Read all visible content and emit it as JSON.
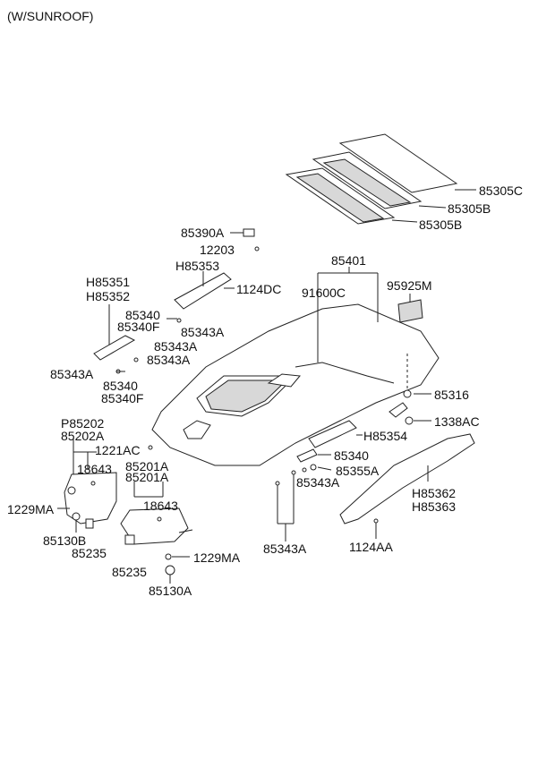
{
  "diagram": {
    "title": "(W/SUNROOF)",
    "labels": {
      "p85305C": "85305C",
      "p85305B_1": "85305B",
      "p85305B_2": "85305B",
      "p85390A": "85390A",
      "p12203": "12203",
      "pH85353": "H85353",
      "p85401": "85401",
      "pH85351": "H85351",
      "pH85352": "H85352",
      "p1124DC": "1124DC",
      "p91600C": "91600C",
      "p95925M": "95925M",
      "p85340_a": "85340",
      "p85340F_a": "85340F",
      "p85343A_a": "85343A",
      "p85343A_b": "85343A",
      "p85343A_c": "85343A",
      "p85343A_d": "85343A",
      "p85340_b": "85340",
      "p85340F_b": "85340F",
      "p85316": "85316",
      "p1338AC": "1338AC",
      "pP85202": "P85202",
      "p85202A": "85202A",
      "pH85354": "H85354",
      "p1221AC": "1221AC",
      "p85340_c": "85340",
      "p18643_a": "18643",
      "p85201A_1": "85201A",
      "p85201A_2": "85201A",
      "p85355A": "85355A",
      "p85343A_e": "85343A",
      "p1229MA_a": "1229MA",
      "p18643_b": "18643",
      "pH85362": "H85362",
      "pH85363": "H85363",
      "p85130B": "85130B",
      "p85235_a": "85235",
      "p85343A_f": "85343A",
      "p1124AA": "1124AA",
      "p85235_b": "85235",
      "p1229MA_b": "1229MA",
      "p85130A": "85130A"
    }
  }
}
